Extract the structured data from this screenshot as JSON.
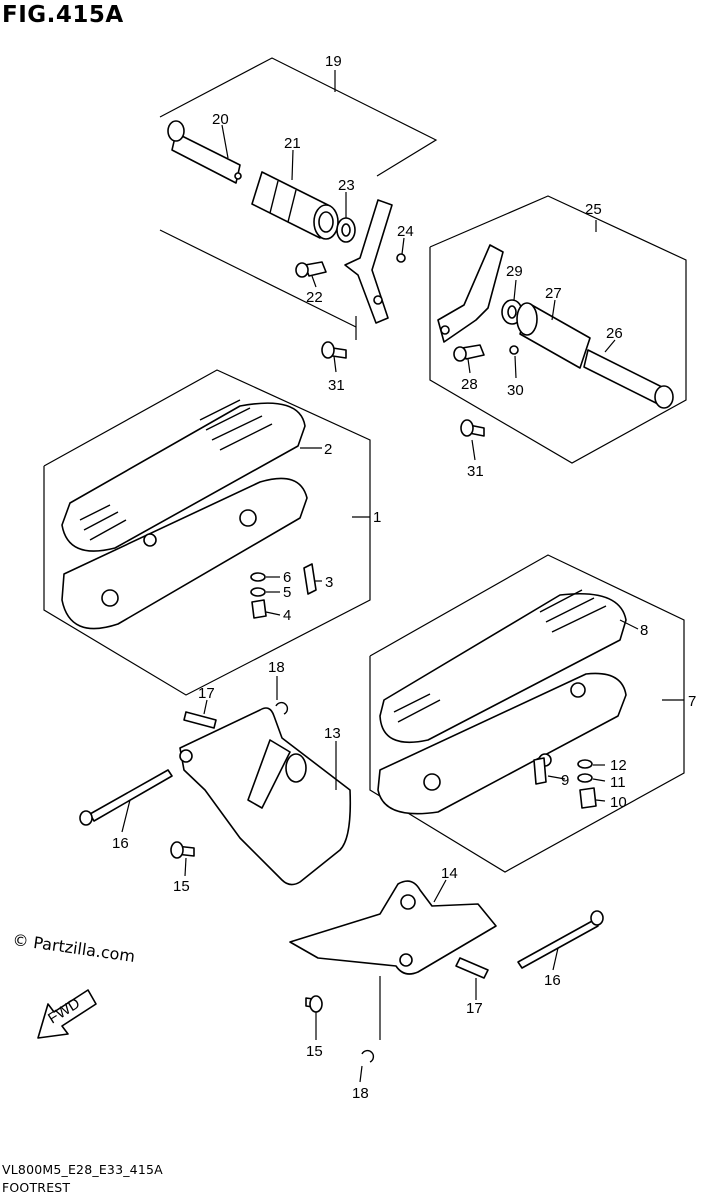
{
  "figure": {
    "title": "FIG.415A"
  },
  "footer": {
    "code": "VL800M5_E28_E33_415A",
    "name": "FOOTREST"
  },
  "watermark": "© Partzilla.com",
  "fwd_label": "FWD",
  "callouts": [
    {
      "id": "c1",
      "text": "1"
    },
    {
      "id": "c2",
      "text": "2"
    },
    {
      "id": "c3",
      "text": "3"
    },
    {
      "id": "c4",
      "text": "4"
    },
    {
      "id": "c5",
      "text": "5"
    },
    {
      "id": "c6",
      "text": "6"
    },
    {
      "id": "c7",
      "text": "7"
    },
    {
      "id": "c8",
      "text": "8"
    },
    {
      "id": "c9",
      "text": "9"
    },
    {
      "id": "c10",
      "text": "10"
    },
    {
      "id": "c11",
      "text": "11"
    },
    {
      "id": "c12",
      "text": "12"
    },
    {
      "id": "c13",
      "text": "13"
    },
    {
      "id": "c14",
      "text": "14"
    },
    {
      "id": "c15a",
      "text": "15"
    },
    {
      "id": "c15b",
      "text": "15"
    },
    {
      "id": "c16a",
      "text": "16"
    },
    {
      "id": "c16b",
      "text": "16"
    },
    {
      "id": "c17a",
      "text": "17"
    },
    {
      "id": "c17b",
      "text": "17"
    },
    {
      "id": "c18a",
      "text": "18"
    },
    {
      "id": "c18b",
      "text": "18"
    },
    {
      "id": "c19",
      "text": "19"
    },
    {
      "id": "c20",
      "text": "20"
    },
    {
      "id": "c21",
      "text": "21"
    },
    {
      "id": "c22",
      "text": "22"
    },
    {
      "id": "c23",
      "text": "23"
    },
    {
      "id": "c24",
      "text": "24"
    },
    {
      "id": "c25",
      "text": "25"
    },
    {
      "id": "c26",
      "text": "26"
    },
    {
      "id": "c27",
      "text": "27"
    },
    {
      "id": "c28",
      "text": "28"
    },
    {
      "id": "c29",
      "text": "29"
    },
    {
      "id": "c30",
      "text": "30"
    },
    {
      "id": "c31a",
      "text": "31"
    },
    {
      "id": "c31b",
      "text": "31"
    }
  ]
}
